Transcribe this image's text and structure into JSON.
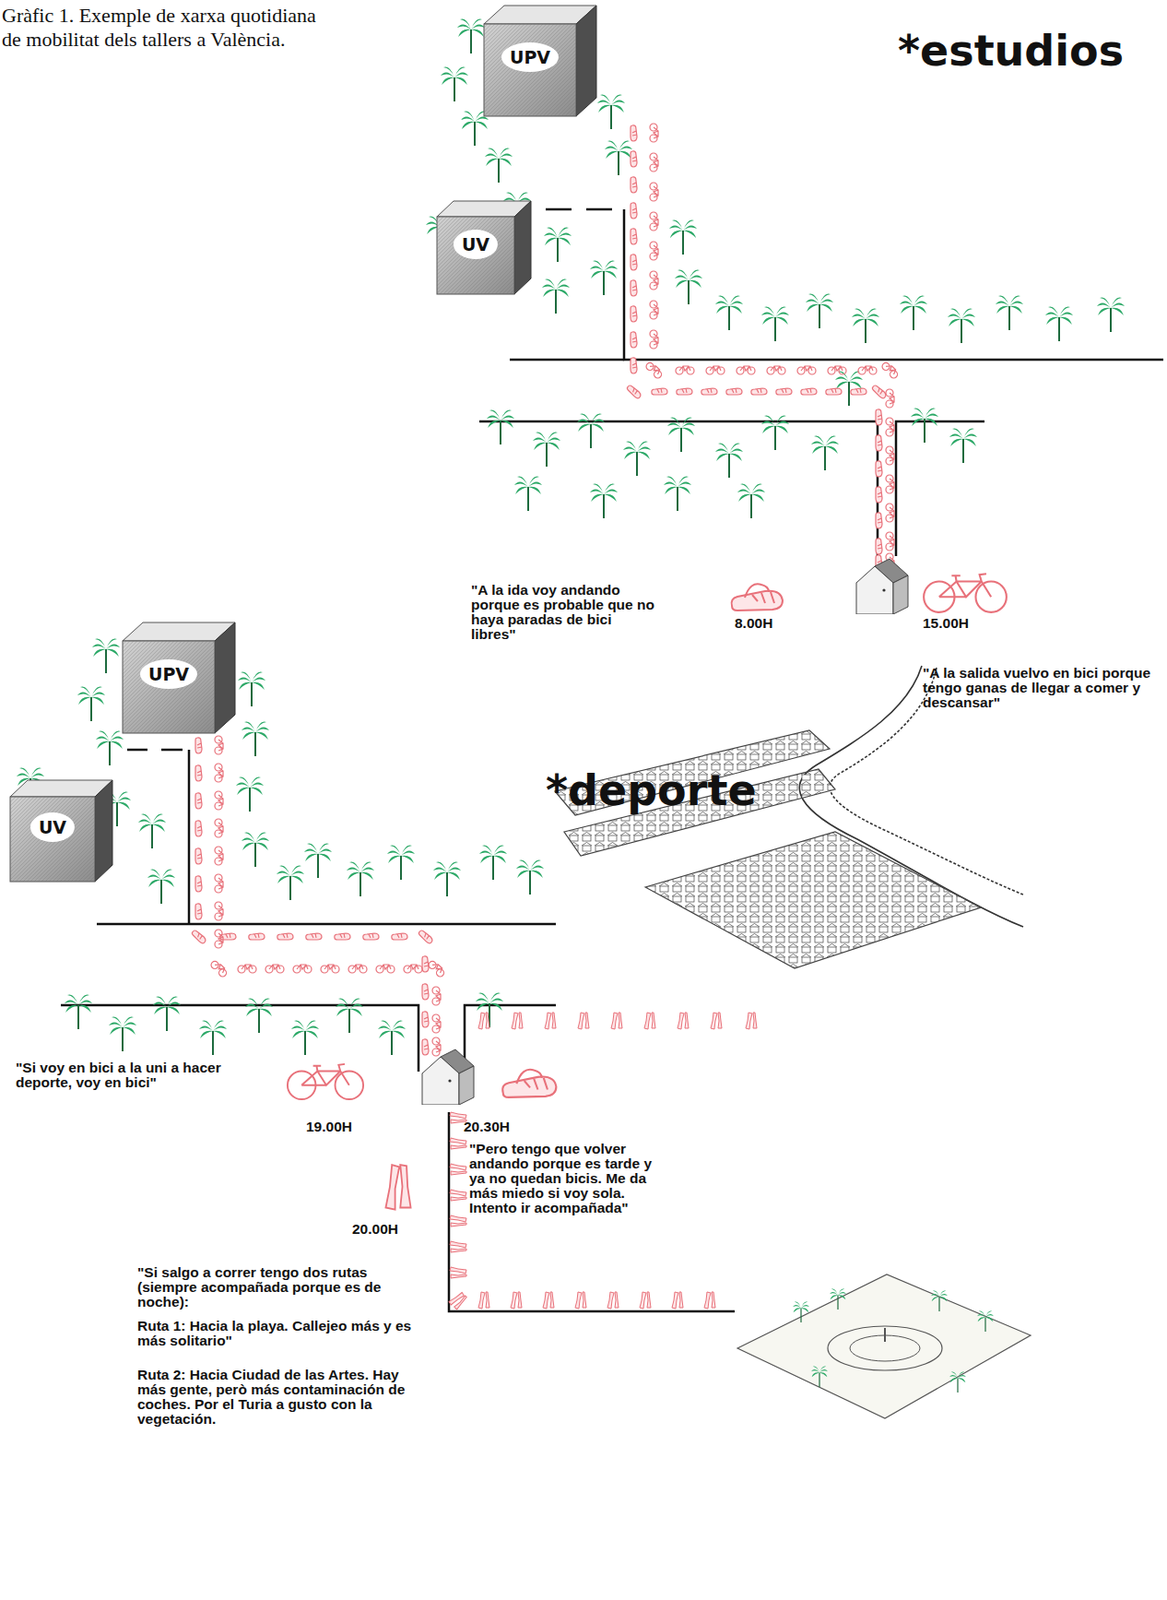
{
  "diagram": {
    "caption": "Gràfic 1. Exemple de xarxa quotidiana de mobilitat dels tallers a València.",
    "nodes": [
      {
        "text": [
          "UPV"
        ]
      },
      {
        "text": [
          "UV"
        ]
      },
      {
        "text": [
          "UPV"
        ]
      },
      {
        "text": [
          "UV"
        ]
      }
    ],
    "labels": [
      "*estudios",
      "\"A la ida voy andando porque es probable que no haya paradas de bici libres\"",
      "8.00H",
      "15.00H",
      "\"A la salida vuelvo en bici porque tengo ganas de llegar a comer y descansar\"",
      "*deporte",
      "\"Si voy en bici a la uni a hacer deporte, voy en bici\"",
      "19.00H",
      "20.30H",
      "\"Pero tengo que volver andando porque es tarde y ya no quedan bicis. Me da más miedo si voy sola. Intento ir acompañada\"",
      "20.00H",
      "\"Si salgo a correr tengo dos rutas (siempre acompañada porque es de noche):",
      "Ruta 1: Hacia la playa. Callejeo más y es más solitario\"",
      "Ruta 2: Hacia Ciudad de las Artes. Hay más gente, però más contaminación de coches. Por el Turia a gusto con la vegetación."
    ]
  }
}
